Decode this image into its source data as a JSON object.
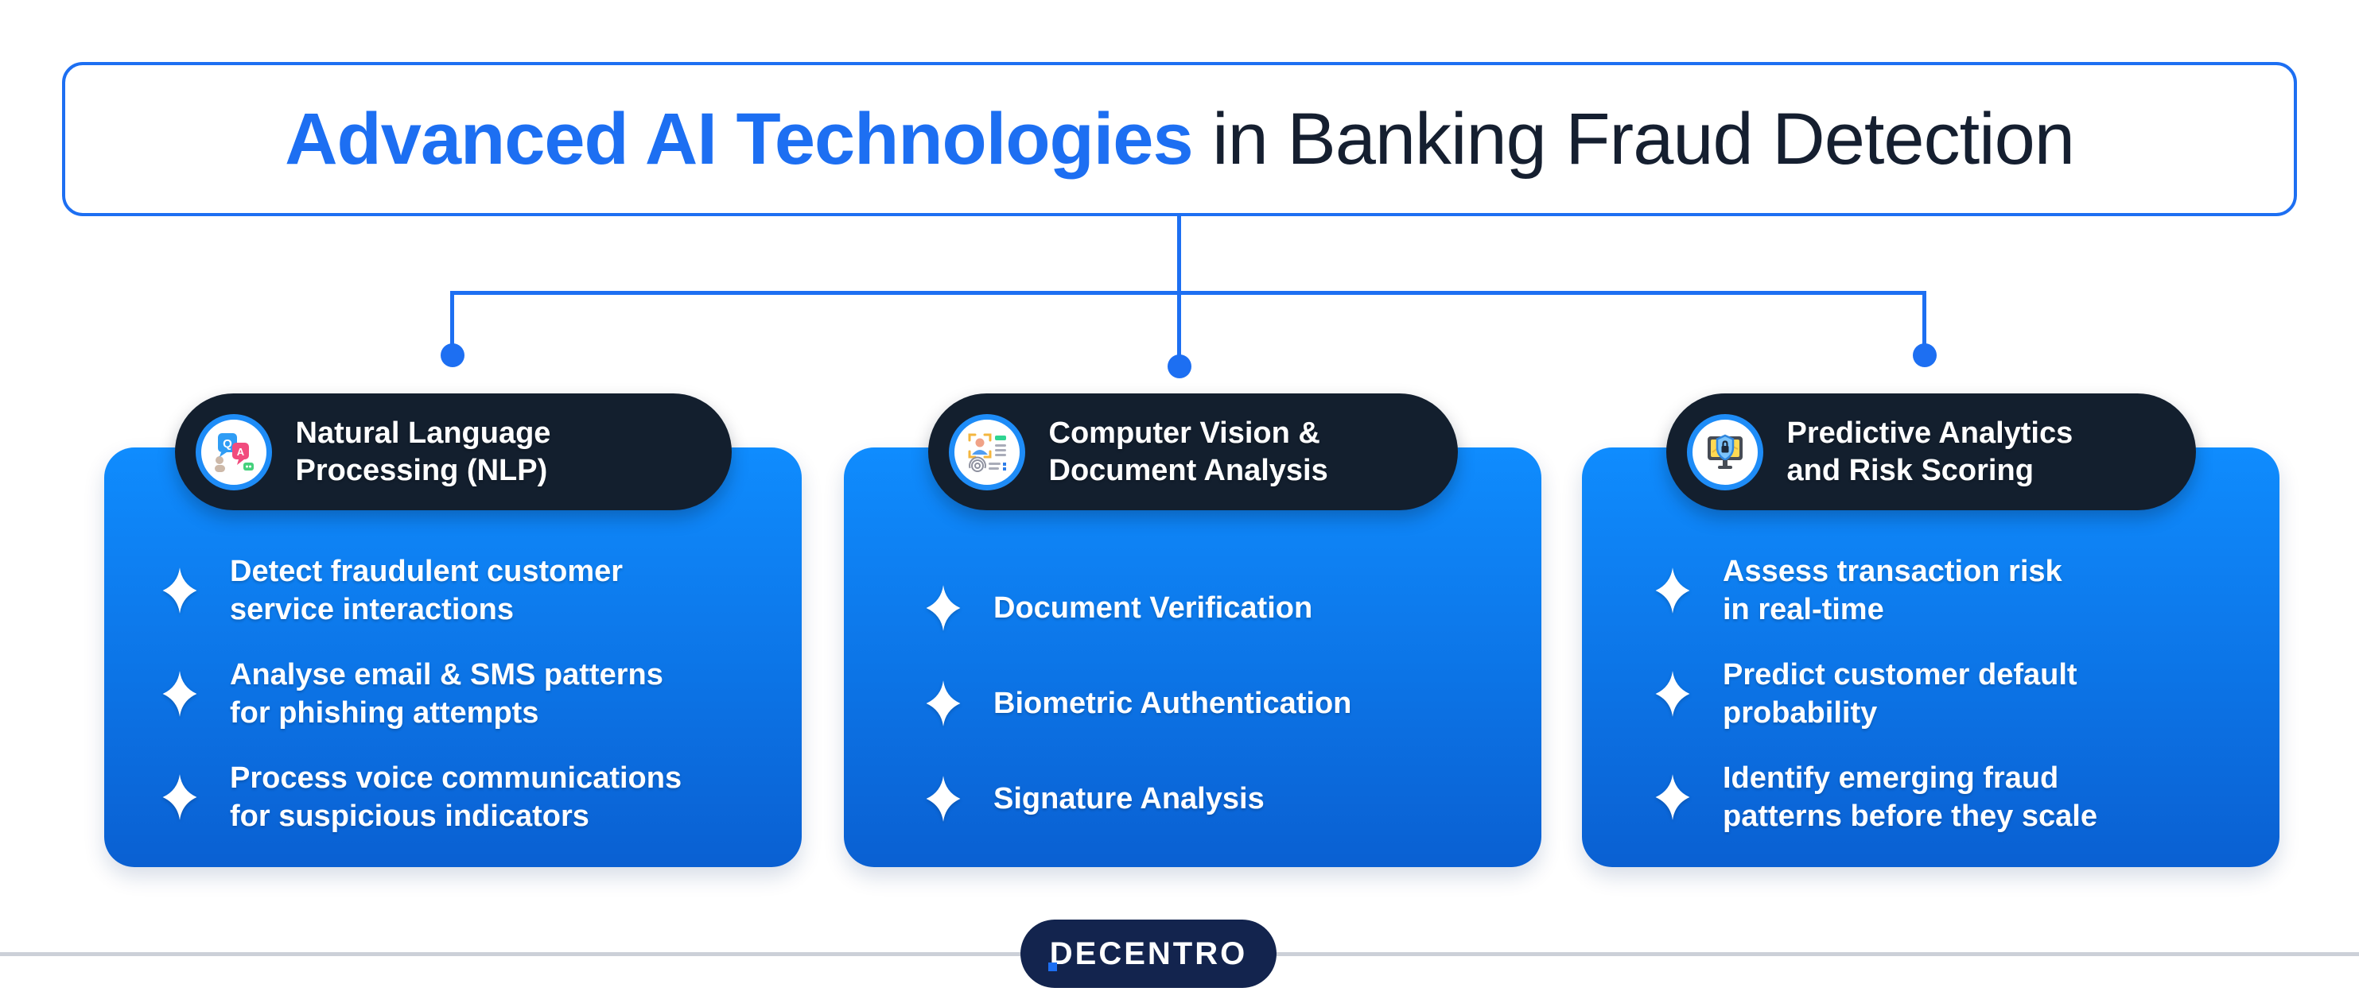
{
  "title": {
    "highlight": "Advanced AI Technologies",
    "rest": " in Banking Fraud Detection"
  },
  "colors": {
    "accent_blue": "#1d6ff2",
    "header_pill_navy": "#131f2e",
    "card_gradient_top": "#0f8cfe",
    "card_gradient_bottom": "#0a60d2",
    "logo_navy": "#13244e",
    "divider_gray": "#ccd0d8",
    "title_dark": "#151f30"
  },
  "cards": [
    {
      "icon": "qa-chat-icon",
      "title_lines": [
        "Natural Language",
        "Processing (NLP)"
      ],
      "bullets": [
        {
          "lines": [
            "Detect fraudulent customer",
            "service interactions"
          ]
        },
        {
          "lines": [
            "Analyse email & SMS patterns",
            "for phishing attempts"
          ]
        },
        {
          "lines": [
            "Process voice communications",
            "for suspicious indicators"
          ]
        }
      ]
    },
    {
      "icon": "id-document-icon",
      "title_lines": [
        "Computer Vision &",
        "Document Analysis"
      ],
      "bullets": [
        {
          "lines": [
            "Document Verification"
          ]
        },
        {
          "lines": [
            "Biometric Authentication"
          ]
        },
        {
          "lines": [
            "Signature Analysis"
          ]
        }
      ]
    },
    {
      "icon": "monitor-shield-icon",
      "title_lines": [
        "Predictive Analytics",
        "and Risk Scoring"
      ],
      "bullets": [
        {
          "lines": [
            "Assess transaction risk",
            "in real-time"
          ]
        },
        {
          "lines": [
            "Predict customer default",
            "probability"
          ]
        },
        {
          "lines": [
            "Identify emerging fraud",
            "patterns before they scale"
          ]
        }
      ]
    }
  ],
  "icon_labels": {
    "q": "Q",
    "a": "A"
  },
  "footer": {
    "brand": "DECENTRO"
  }
}
